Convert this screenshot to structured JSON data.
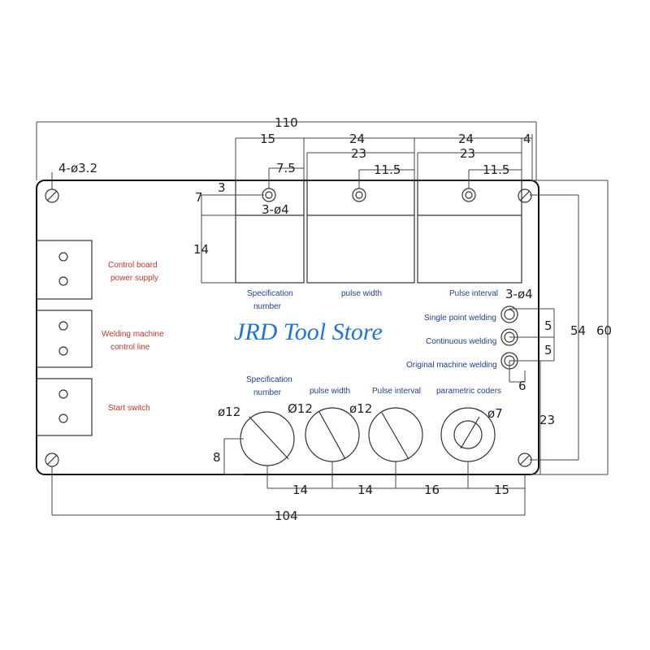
{
  "dims": {
    "overall_width": "110",
    "mount_holes": "4-ø3.2",
    "d15": "15",
    "d24a": "24",
    "d24b": "24",
    "d4": "4",
    "d23a": "23",
    "d23b": "23",
    "d7_5": "7.5",
    "d11_5a": "11.5",
    "d11_5b": "11.5",
    "d3": "3",
    "d7": "7",
    "holes3_top": "3-ø4",
    "d14": "14",
    "holes3_right": "3-ø4",
    "d5a": "5",
    "d5b": "5",
    "d54": "54",
    "d60": "60",
    "d6": "6",
    "d23c": "23",
    "knob_d1": "ø12",
    "knob_d2": "Ø12",
    "knob_d3": "ø12",
    "knob_d4": "ø7",
    "d8": "8",
    "b14a": "14",
    "b14b": "14",
    "b16": "16",
    "b15": "15",
    "d104": "104"
  },
  "terminals": [
    {
      "line1": "Control board",
      "line2": "power supply"
    },
    {
      "line1": "Welding machine",
      "line2": "control line"
    },
    {
      "line1": "Start switch",
      "line2": ""
    }
  ],
  "displays": [
    {
      "line1": "Specification",
      "line2": "number"
    },
    {
      "line1": "pulse width",
      "line2": ""
    },
    {
      "line1": "Pulse interval",
      "line2": ""
    }
  ],
  "leds": [
    "Single point welding",
    "Continuous welding",
    "Original machine welding"
  ],
  "knobs": [
    {
      "line1": "Specification",
      "line2": "number"
    },
    {
      "line1": "pulse width",
      "line2": ""
    },
    {
      "line1": "Pulse interval",
      "line2": ""
    },
    {
      "line1": "parametric coders",
      "line2": ""
    }
  ],
  "watermark": "JRD Tool Store"
}
